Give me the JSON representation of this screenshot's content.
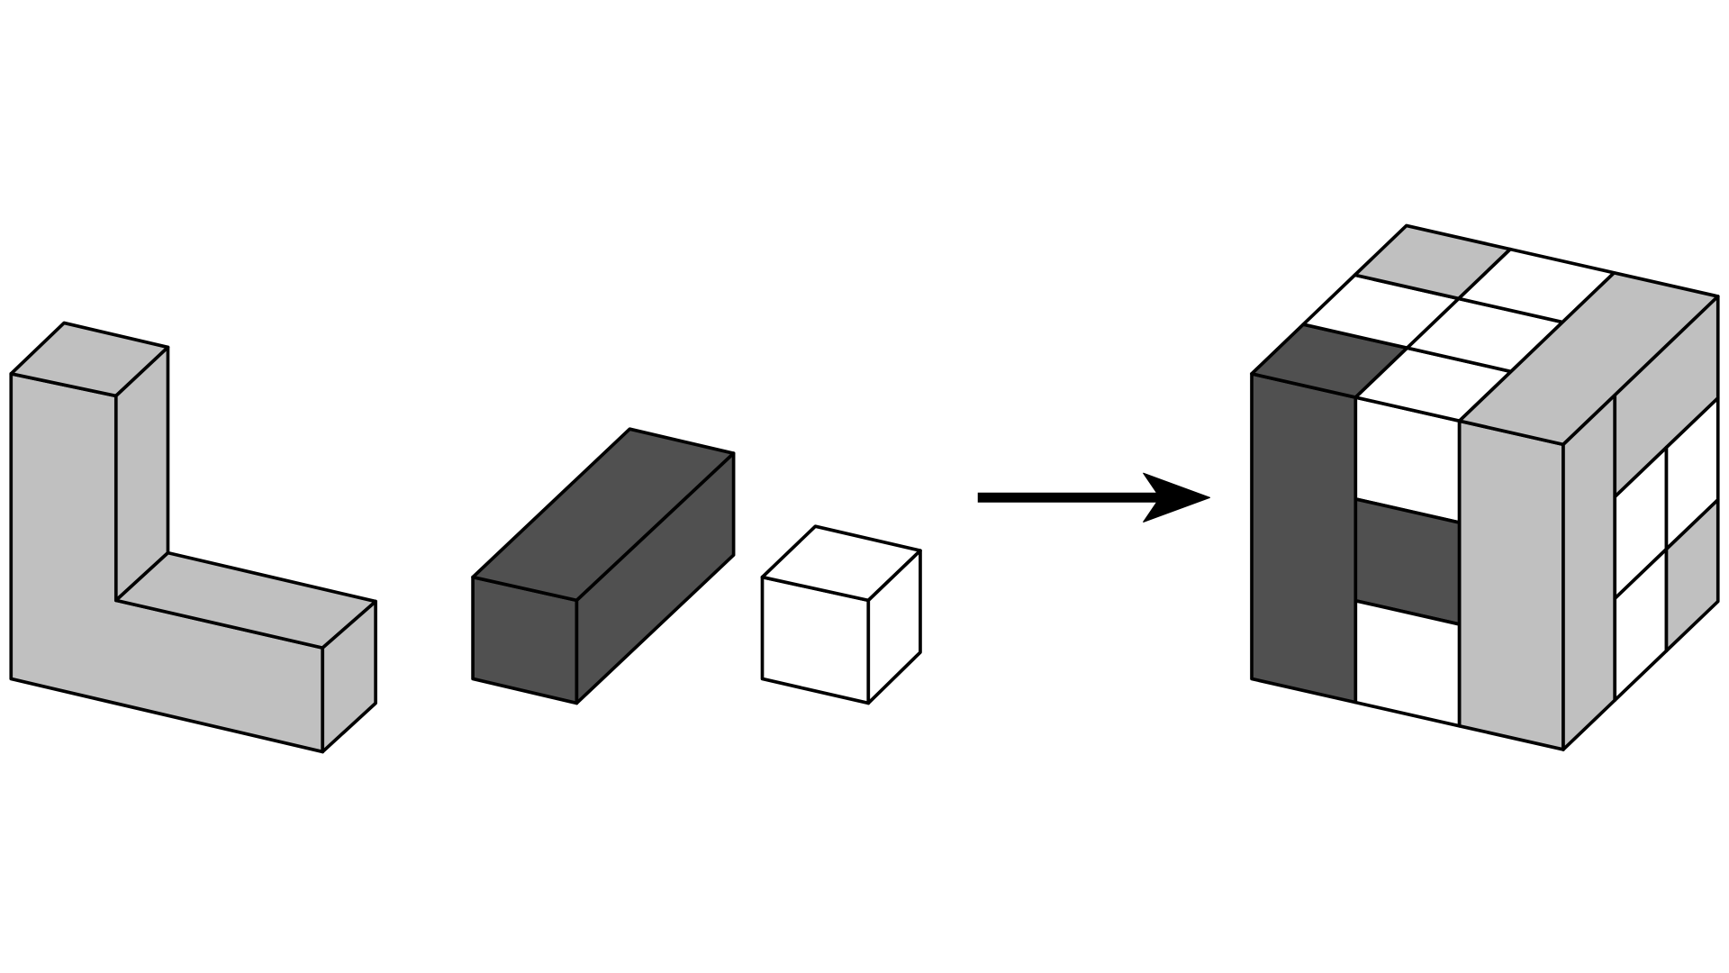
{
  "diagram": {
    "description_free": true,
    "pieces": [
      "l-piece",
      "bar-piece",
      "unit-cube"
    ],
    "result": "assembled-cube",
    "colors": {
      "light": "#c0c0c0",
      "dark": "#505050",
      "white": "#ffffff",
      "stroke": "#000000"
    }
  }
}
